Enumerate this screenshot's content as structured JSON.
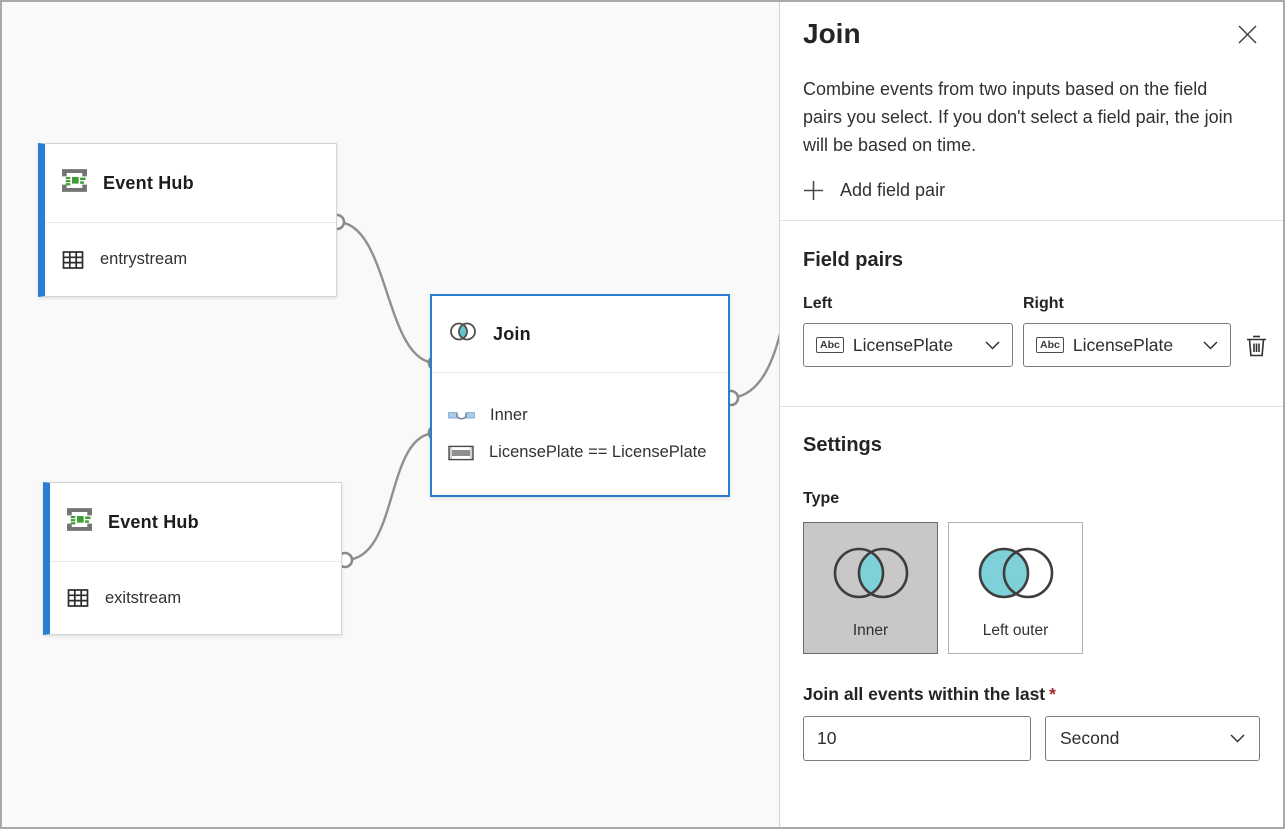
{
  "canvas": {
    "nodes": [
      {
        "id": "event-hub-entry",
        "title": "Event Hub",
        "stream": "entrystream"
      },
      {
        "id": "join",
        "title": "Join",
        "join_type_row": "Inner",
        "condition_row": "LicensePlate == LicensePlate"
      },
      {
        "id": "event-hub-exit",
        "title": "Event Hub",
        "stream": "exitstream"
      }
    ]
  },
  "panel": {
    "title": "Join",
    "description": "Combine events from two inputs based on the field pairs you select. If you don't select a field pair, the join will be based on time.",
    "add_field_pair_label": "Add field pair",
    "field_pairs": {
      "heading": "Field pairs",
      "left_label": "Left",
      "right_label": "Right",
      "left_value": "LicensePlate",
      "right_value": "LicensePlate",
      "type_badge": "Abc"
    },
    "settings": {
      "heading": "Settings",
      "type_label": "Type",
      "type_options": [
        {
          "label": "Inner",
          "selected": true
        },
        {
          "label": "Left outer",
          "selected": false
        }
      ],
      "duration_label": "Join all events within the last",
      "required_marker": "*",
      "duration_value": "10",
      "duration_unit": "Second"
    }
  },
  "colors": {
    "accent_blue": "#2b7cd3",
    "teal_fill": "#7ed0d9",
    "selected_card_bg": "#cac8c6",
    "connector_gray": "#8f8f8f",
    "required_red": "#a4262c"
  }
}
